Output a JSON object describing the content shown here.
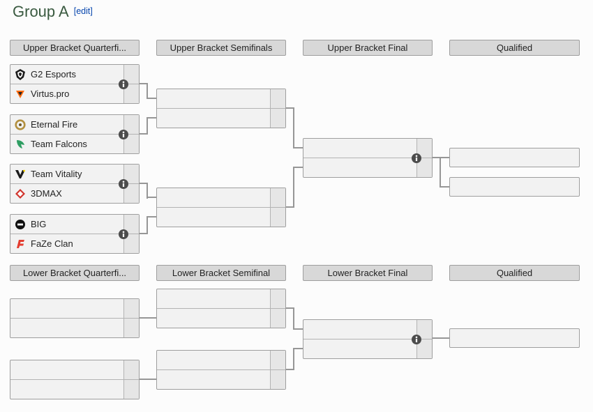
{
  "page": {
    "title": "Group A",
    "edit_label": "[edit]"
  },
  "upper_bracket": {
    "headers": [
      "Upper Bracket Quarterfi...",
      "Upper Bracket Semifinals",
      "Upper Bracket Final",
      "Qualified"
    ],
    "quarterfinals": [
      {
        "top": {
          "name": "G2 Esports",
          "icon": "g2-esports-logo",
          "score": ""
        },
        "bottom": {
          "name": "Virtus.pro",
          "icon": "virtus-pro-logo",
          "score": ""
        }
      },
      {
        "top": {
          "name": "Eternal Fire",
          "icon": "eternal-fire-logo",
          "score": ""
        },
        "bottom": {
          "name": "Team Falcons",
          "icon": "team-falcons-logo",
          "score": ""
        }
      },
      {
        "top": {
          "name": "Team Vitality",
          "icon": "team-vitality-logo",
          "score": ""
        },
        "bottom": {
          "name": "3DMAX",
          "icon": "3dmax-logo",
          "score": ""
        }
      },
      {
        "top": {
          "name": "BIG",
          "icon": "big-logo",
          "score": ""
        },
        "bottom": {
          "name": "FaZe Clan",
          "icon": "faze-clan-logo",
          "score": ""
        }
      }
    ]
  },
  "lower_bracket": {
    "headers": [
      "Lower Bracket Quarterfi...",
      "Lower Bracket Semifinal",
      "Lower Bracket Final",
      "Qualified"
    ]
  },
  "icons": {
    "match_info": "info-icon"
  },
  "colors": {
    "header_bg": "#d8d8d8",
    "row_bg": "#f2f2f2",
    "score_bg": "#e6e6e6",
    "border": "#9e9e9e",
    "connector": "#969696",
    "link_blue": "#0645ad",
    "title_green": "#3a5a40",
    "info_icon_bg": "#4c4c4c"
  }
}
